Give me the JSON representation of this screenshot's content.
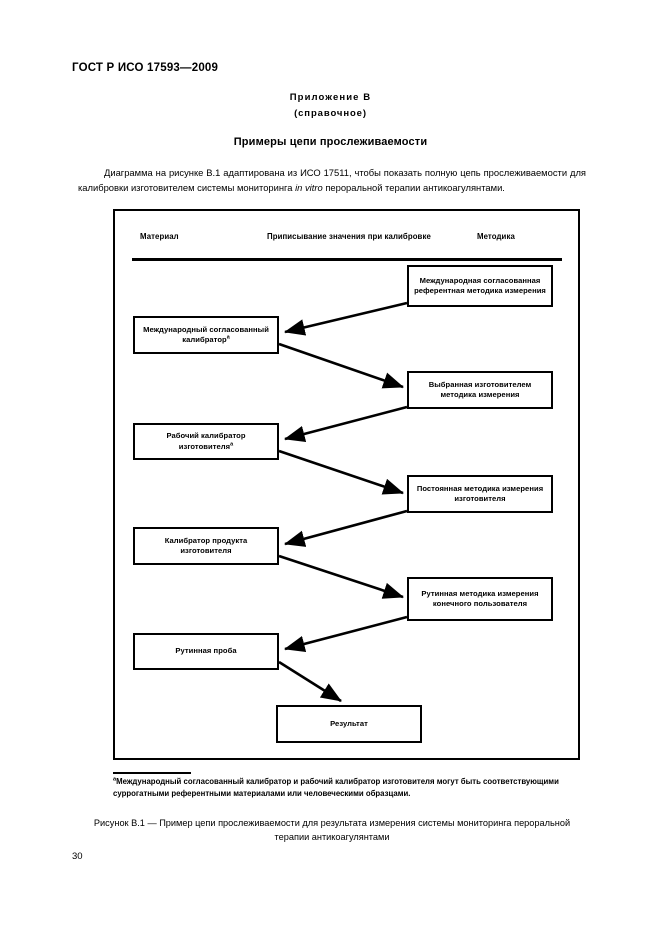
{
  "document": {
    "header": "ГОСТ Р ИСО 17593—2009",
    "annex_title": "Приложение В",
    "annex_subtitle": "(справочное)",
    "section_title": "Примеры цепи прослеживаемости",
    "intro_paragraph": "Диаграмма на рисунке В.1 адаптирована из ИСО 17511, чтобы показать полную цепь прослеживаемости для калибровки изготовителем системы мониторинга ",
    "intro_italic": "in vitro",
    "intro_paragraph_tail": " пероральной терапии антикоагулянтами.",
    "page_number": "30"
  },
  "figure": {
    "column_headers": {
      "material": "Материал",
      "assignment": "Приписывание значения при калибровке",
      "method": "Методика"
    },
    "nodes": {
      "international_reference_method": "Международная согласованная референтная методика измерения",
      "international_calibrator": "Международный согласованный калибратор",
      "international_calibrator_marker": "a",
      "selected_method": "Выбранная изготовителем методика измерения",
      "working_calibrator": "Рабочий калибратор изготовителя",
      "working_calibrator_marker": "a",
      "permanent_method": "Постоянная методика измерения изготовителя",
      "product_calibrator": "Калибратор продукта изготовителя",
      "routine_method": "Рутинная методика измерения конечного пользователя",
      "routine_sample": "Рутинная проба",
      "result": "Результат"
    },
    "footnote_marker": "a",
    "footnote_text": "Международный согласованный калибратор и рабочий калибратор изготовителя могут быть соответствующими суррогатными референтными материалами или человеческими образцами.",
    "caption": "Рисунок  В.1 — Пример цепи прослеживаемости для результата измерения системы мониторинга пероральной терапии антикоагулянтами"
  },
  "colors": {
    "ink": "#000000",
    "paper": "#ffffff"
  }
}
